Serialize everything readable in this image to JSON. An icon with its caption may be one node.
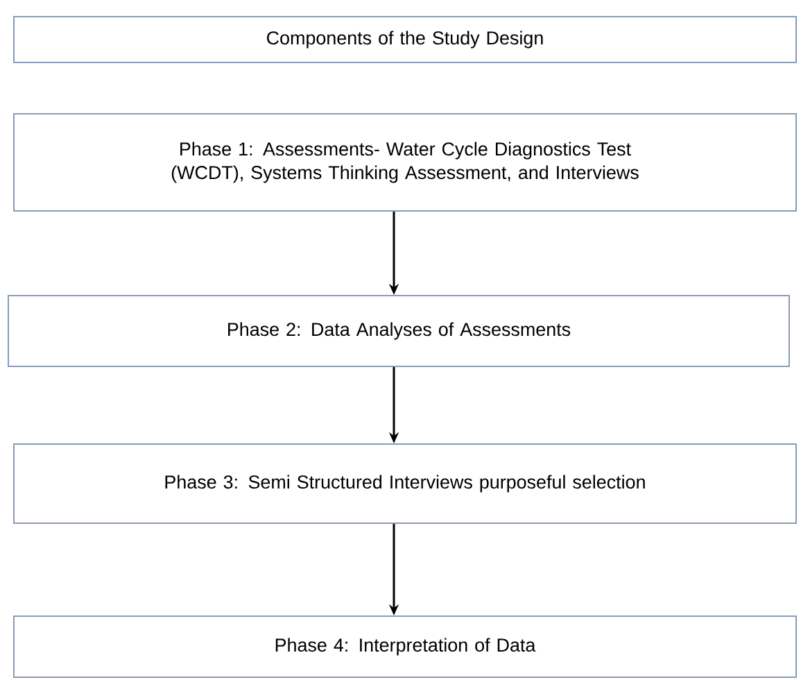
{
  "diagram": {
    "nodes": [
      {
        "text": [
          "Components of the Study Design"
        ]
      },
      {
        "text": [
          "Phase 1:  Assessments- Water Cycle Diagnostics Test (WCDT), Systems Thinking Assessment, and Interviews"
        ]
      },
      {
        "text": [
          "Phase 2:  Data Analyses of Assessments"
        ]
      },
      {
        "text": [
          "Phase 3: Semi Structured Interviews purposeful selection"
        ]
      },
      {
        "text": [
          "Phase 4: Interpretation of Data"
        ]
      }
    ],
    "edges": [
      {
        "from": 1,
        "to": 2,
        "arrow": "to"
      },
      {
        "from": 2,
        "to": 3,
        "arrow": "to"
      },
      {
        "from": 3,
        "to": 4,
        "arrow": "to"
      }
    ]
  }
}
